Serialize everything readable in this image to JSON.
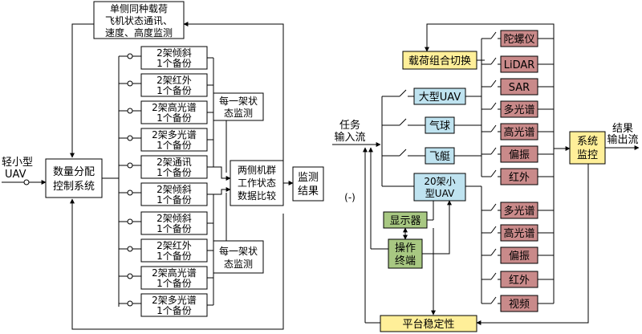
{
  "left": {
    "input_label": [
      "轻小型",
      "UAV"
    ],
    "top_monitor": [
      "单侧同种载荷",
      "飞机状态通讯、",
      "速度、高度监测"
    ],
    "controller": [
      "数量分配",
      "控制系统"
    ],
    "group_a": [
      [
        "2架倾斜",
        "1个备份"
      ],
      [
        "2架红外",
        "1个备份"
      ],
      [
        "2架高光谱",
        "1个备份"
      ],
      [
        "2架多光谱",
        "1个备份"
      ],
      [
        "2架通讯",
        "1个备份"
      ]
    ],
    "group_b": [
      [
        "2架倾斜",
        "1个备份"
      ],
      [
        "2架倾斜",
        "1个备份"
      ],
      [
        "2架红外",
        "1个备份"
      ],
      [
        "2架高光谱",
        "1个备份"
      ],
      [
        "2架多光谱",
        "1个备份"
      ]
    ],
    "state_monitor_top": [
      "每一架状",
      "态监测"
    ],
    "state_monitor_bottom": [
      "每一架状",
      "态监测"
    ],
    "compare": [
      "两侧机群",
      "工作状态",
      "数据比较"
    ],
    "result": [
      "监测",
      "结果"
    ]
  },
  "right": {
    "input_label": [
      "任务",
      "输入流"
    ],
    "minus_label": "(-)",
    "switch_box": "载荷组合切换",
    "uav_types": [
      "大型UAV",
      "气球",
      "飞艇",
      [
        "20架小",
        "型UAV"
      ]
    ],
    "sensors_top": [
      "陀螺仪",
      "LiDAR",
      "SAR",
      "多光谱",
      "高光谱",
      "偏振",
      "红外"
    ],
    "sensors_bottom": [
      "多光谱",
      "高光谱",
      "偏振",
      "红外",
      "视频"
    ],
    "system_monitor": [
      "系统",
      "监控"
    ],
    "output_label": [
      "结果",
      "输出流"
    ],
    "display": "显示器",
    "terminal": [
      "操作",
      "终端"
    ],
    "platform": "平台稳定性"
  },
  "colors": {
    "yellow": "#ffef99",
    "blue": "#bfe3f0",
    "red": "#c98a8a",
    "green": "#a8c882"
  }
}
